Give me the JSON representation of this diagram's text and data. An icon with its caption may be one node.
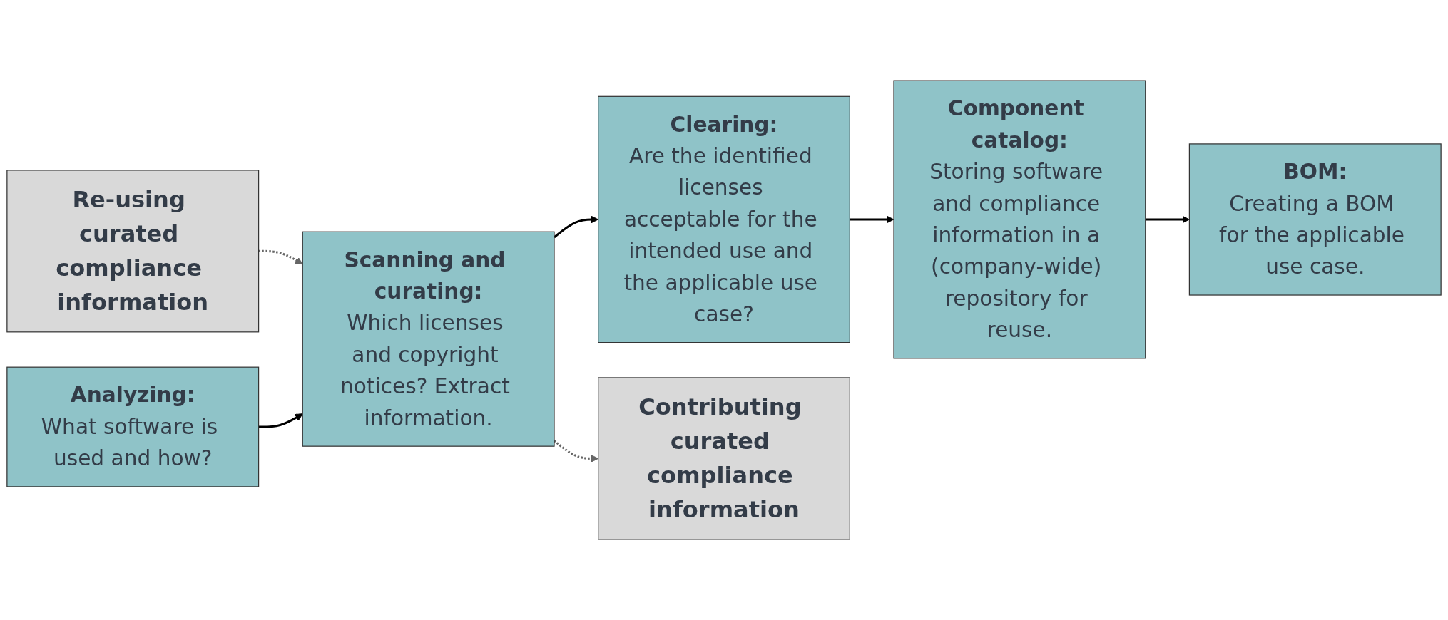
{
  "diagram": {
    "nodes": [
      {
        "text": [
          "Re-using curated compliance information"
        ]
      },
      {
        "text": [
          "Analyzing:",
          "What software is used and how?"
        ]
      },
      {
        "text": [
          "Scanning and curating:",
          "Which licenses and copyright notices? Extract information."
        ]
      },
      {
        "text": [
          "Clearing:",
          "Are the identified licenses acceptable for the intended use and the applicable use case?"
        ]
      },
      {
        "text": [
          "Component catalog:",
          "Storing software and compliance information in a (company-wide) repository for reuse."
        ]
      },
      {
        "text": [
          "BOM:",
          "Creating a BOM for the applicable use case."
        ]
      },
      {
        "text": [
          "Contributing curated compliance information"
        ]
      }
    ],
    "edges": [
      {
        "from": 0,
        "to": 2,
        "arrow": "to",
        "style": "dashed",
        "color": "#666666"
      },
      {
        "from": 1,
        "to": 2,
        "arrow": "to"
      },
      {
        "from": 2,
        "to": 3,
        "arrow": "to"
      },
      {
        "from": 3,
        "to": 4,
        "arrow": "to"
      },
      {
        "from": 4,
        "to": 5,
        "arrow": "to"
      },
      {
        "from": 2,
        "to": 6,
        "arrow": "to",
        "style": "dashed",
        "color": "#666666"
      }
    ]
  }
}
